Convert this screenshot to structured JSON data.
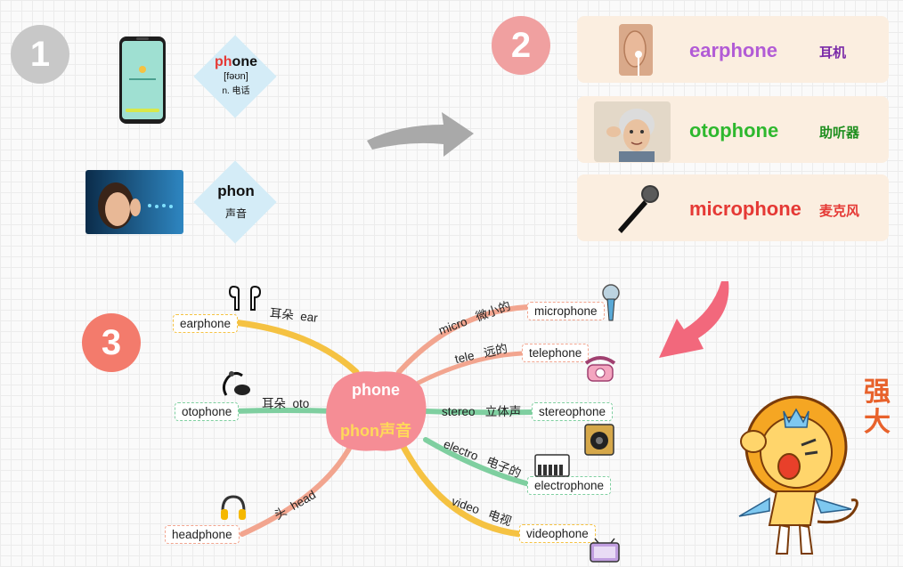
{
  "section_numbers": {
    "one": "1",
    "two": "2",
    "three": "3"
  },
  "section1": {
    "phone_word_root": "ph",
    "phone_word_rest": "one",
    "phone_ipa": "[fəʊn]",
    "phone_meaning": "n. 电话",
    "phon_word": "phon",
    "phon_meaning": "声音"
  },
  "section2": {
    "cards": [
      {
        "prefix": "ear",
        "root": "phone",
        "cn": "耳机",
        "prefix_color": "#b25bd6",
        "cn_color": "#7a2aa8",
        "image": "ear-photo"
      },
      {
        "prefix": "oto",
        "root": "phone",
        "cn": "助听器",
        "prefix_color": "#2eb82e",
        "cn_color": "#1f8f1f",
        "image": "elderly-woman-photo"
      },
      {
        "prefix": "micro",
        "root": "phone",
        "cn": "麦克风",
        "prefix_color": "#e53935",
        "cn_color": "#e53935",
        "image": "microphone-photo"
      }
    ]
  },
  "mindmap": {
    "center_top": "phone",
    "center_bottom": "phon声音",
    "branches": [
      {
        "word": "earphone",
        "label_en": "ear",
        "label_cn": "耳朵",
        "icon": "earbuds-icon",
        "color": "#f5c242"
      },
      {
        "word": "otophone",
        "label_en": "oto",
        "label_cn": "耳朵",
        "icon": "hearing-aid-icon",
        "color": "#7fcfa0"
      },
      {
        "word": "headphone",
        "label_en": "head",
        "label_cn": "头",
        "icon": "headphones-icon",
        "color": "#f2a58f"
      },
      {
        "word": "microphone",
        "label_en": "micro",
        "label_cn": "微小的",
        "icon": "microphone-icon",
        "color": "#f2a58f"
      },
      {
        "word": "telephone",
        "label_en": "tele",
        "label_cn": "远的",
        "icon": "telephone-icon",
        "color": "#f2a58f"
      },
      {
        "word": "stereophone",
        "label_en": "stereo",
        "label_cn": "立体声",
        "icon": "speaker-icon",
        "color": "#7fcfa0"
      },
      {
        "word": "electrophone",
        "label_en": "electro",
        "label_cn": "电子的",
        "icon": "keyboard-icon",
        "color": "#7fcfa0"
      },
      {
        "word": "videophone",
        "label_en": "video",
        "label_cn": "电视",
        "icon": "tv-icon",
        "color": "#f5c242"
      }
    ]
  },
  "mascot": {
    "caption": "强大",
    "caption_color": "#e8622c",
    "icon": "lion-mascot"
  },
  "colors": {
    "num1": "#c8c8c8",
    "num2": "#f0a0a0",
    "num3": "#f37b6c",
    "root_red": "#e53935",
    "center_blob": "#f58d95"
  }
}
